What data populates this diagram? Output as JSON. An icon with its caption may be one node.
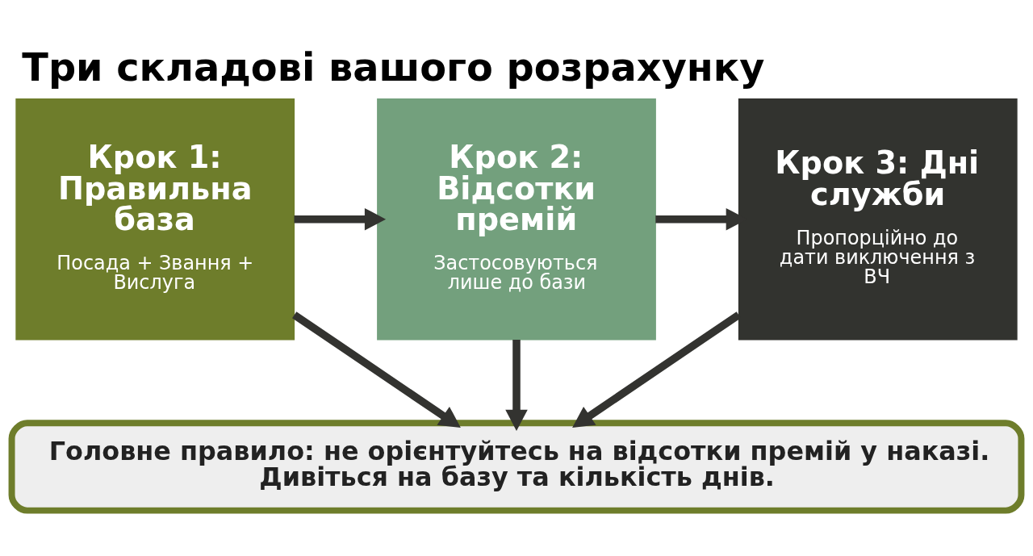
{
  "diagram": {
    "title": "Три складові вашого розрахунку",
    "nodes": [
      {
        "text": [
          "Крок 1: Правильна база",
          "Посада + Звання + Вислуга"
        ]
      },
      {
        "text": [
          "Крок 2: Відсотки премій",
          "Застосовуються лише до бази"
        ]
      },
      {
        "text": [
          "Крок 3: Дні служби",
          "Пропорційно до дати виключення з ВЧ"
        ]
      },
      {
        "text": [
          "Головне правило: не орієнтуйтесь на відсотки премій у наказі. Дивіться на базу та кількість днів."
        ]
      }
    ],
    "edges": [
      {
        "from": 0,
        "to": 1,
        "arrow": "to"
      },
      {
        "from": 1,
        "to": 2,
        "arrow": "to"
      },
      {
        "from": 0,
        "to": 3,
        "arrow": "to"
      },
      {
        "from": 1,
        "to": 3,
        "arrow": "to"
      },
      {
        "from": 2,
        "to": 3,
        "arrow": "to"
      }
    ]
  }
}
